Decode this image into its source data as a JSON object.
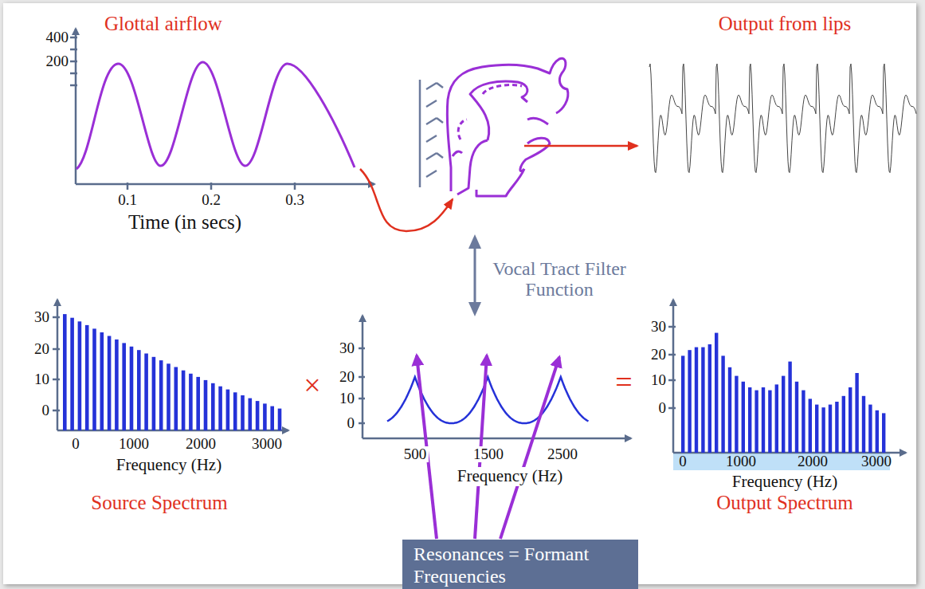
{
  "diagram": {
    "nodes": [
      {
        "text": [
          "Resonances = Formant Frequencies"
        ]
      }
    ],
    "labels": [
      "Glottal airflow",
      "400",
      "200",
      "0.1",
      "0.2",
      "0.3",
      "Time (in secs)",
      "Output from lips",
      "Vocal Tract Filter Function",
      "30",
      "20",
      "10",
      "0",
      "0",
      "1000",
      "2000",
      "3000",
      "Frequency (Hz)",
      "Source Spectrum",
      "×",
      "30",
      "20",
      "10",
      "0",
      "500",
      "1500",
      "2500",
      "Frequency (Hz)",
      "=",
      "30",
      "20",
      "10",
      "0",
      "0",
      "1000",
      "2000",
      "3000",
      "Frequency (Hz)",
      "Output Spectrum"
    ]
  }
}
